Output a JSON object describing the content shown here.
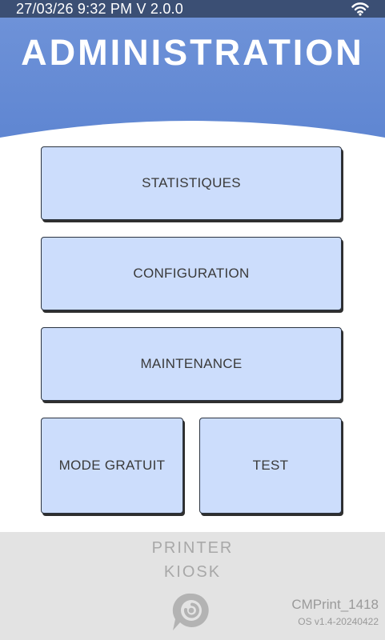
{
  "status_bar": {
    "text": "27/03/26 9:32 PM V 2.0.0",
    "icon": "wifi-icon"
  },
  "header": {
    "title": "ADMINISTRATION"
  },
  "menu": {
    "statistics": "STATISTIQUES",
    "configuration": "CONFIGURATION",
    "maintenance": "MAINTENANCE",
    "free_mode": "MODE GRATUIT",
    "test": "TEST"
  },
  "footer": {
    "brand_line_1": "PRINTER",
    "brand_line_2": "KIOSK",
    "logo_icon": "printer-kiosk-logo-icon",
    "device_name": "CMPrint_1418",
    "os_version": "OS v1.4-20240422"
  },
  "colors": {
    "status_bar": "#3b4f74",
    "header": "#6a8fd6",
    "button_fill": "#ccddfc",
    "footer": "#e3e3e3"
  }
}
